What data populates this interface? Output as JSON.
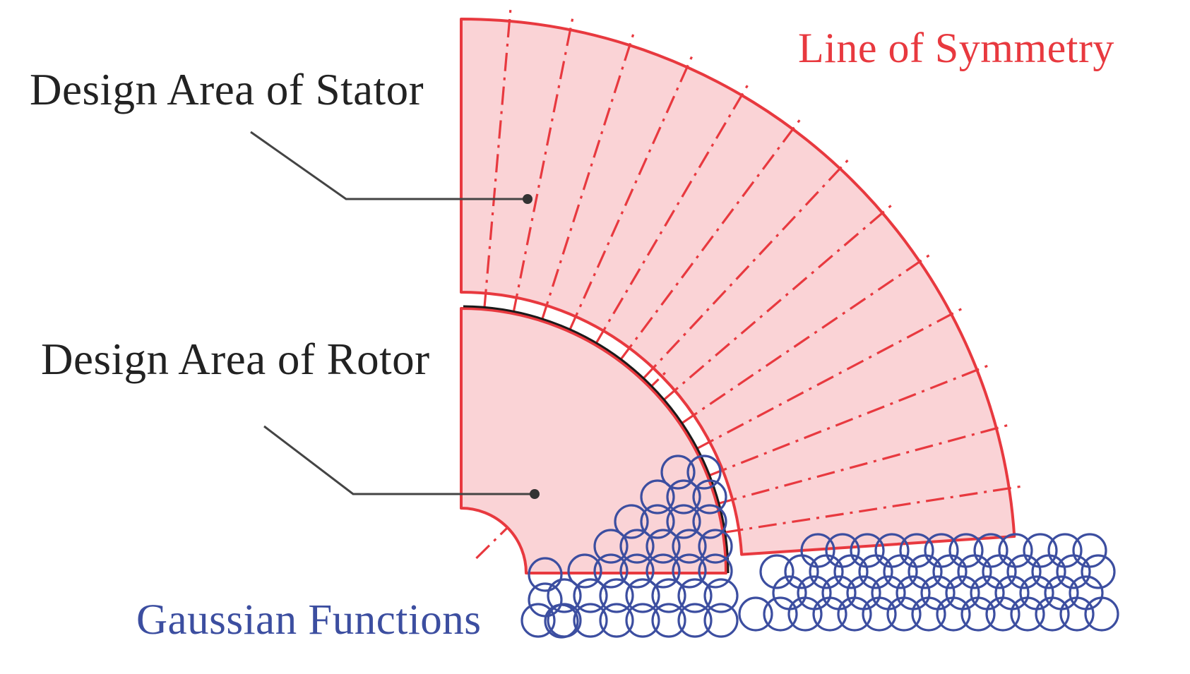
{
  "labels": {
    "stator": "Design Area of Stator",
    "rotor": "Design Area of Rotor",
    "symmetry": "Line of Symmetry",
    "gaussian": "Gaussian Functions"
  },
  "colors": {
    "region_fill": "#fad3d6",
    "region_stroke": "#e8393f",
    "rotor_edge": "#1a1a1a",
    "symmetry_line": "#e8393f",
    "gaussian": "#3c4ea0",
    "label_text": "#222222",
    "symmetry_text": "#e8393f",
    "gaussian_text": "#3c4ea0",
    "leader": "#444444"
  }
}
